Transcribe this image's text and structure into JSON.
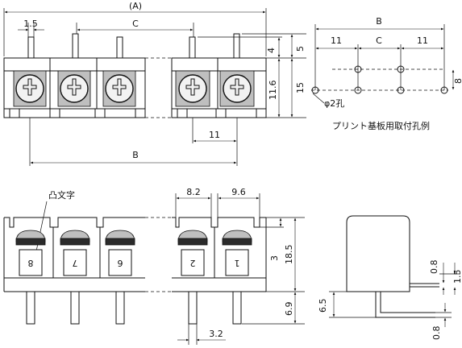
{
  "front_view": {
    "dims": {
      "overall": "(A)",
      "pin_width": "1.5",
      "pitch_span": "C",
      "pin_top": "4",
      "pin_total": "5",
      "body_height": "11.6",
      "total_height": "15",
      "pitch": "11",
      "mount_span": "B"
    }
  },
  "pcb_pattern": {
    "dims": {
      "span": "B",
      "left_pitch": "11",
      "middle_pitch": "C",
      "right_pitch": "11",
      "row_gap": "8"
    },
    "hole_label": "φ2孔",
    "caption": "プリント基板用取付孔例"
  },
  "bottom_view": {
    "marking_label": "凸文字",
    "dims": {
      "w1": "8.2",
      "w2": "9.6",
      "h_small": "3",
      "h_total": "18.5",
      "h_lead": "6.9",
      "lead_width": "3.2"
    },
    "marks": [
      "8",
      "7",
      "6",
      "2",
      "1"
    ]
  },
  "side_view": {
    "dims": {
      "top_offset": "0.8",
      "pin_height": "1.5",
      "lead_height": "6.5",
      "bottom_thickness": "0.8"
    }
  }
}
